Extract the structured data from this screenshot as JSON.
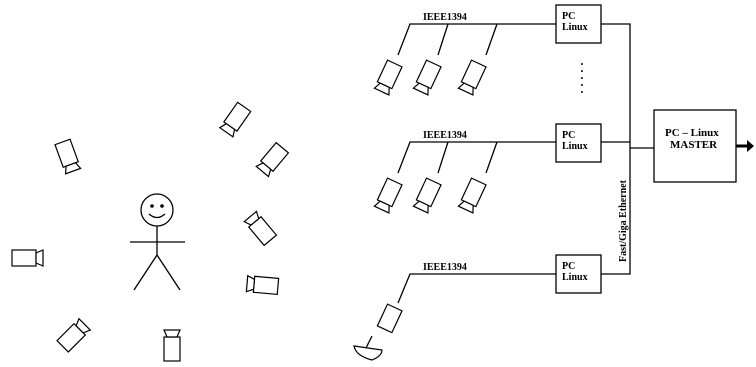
{
  "bus_label": "IEEE1394",
  "node_pc": {
    "line1": "PC",
    "line2": "Linux"
  },
  "master": {
    "line1": "PC – Linux",
    "line2": "MASTER"
  },
  "network_label": "Fast/Giga Ethernet",
  "ellipsis": "· · · · ·",
  "groups": [
    {
      "bus_label": "IEEE1394",
      "pc_line1": "PC",
      "pc_line2": "Linux",
      "cameras": 3
    },
    {
      "bus_label": "IEEE1394",
      "pc_line1": "PC",
      "pc_line2": "Linux",
      "cameras": 3
    },
    {
      "bus_label": "IEEE1394",
      "pc_line1": "PC",
      "pc_line2": "Linux",
      "cameras": 1
    }
  ],
  "ring_cameras": 8
}
